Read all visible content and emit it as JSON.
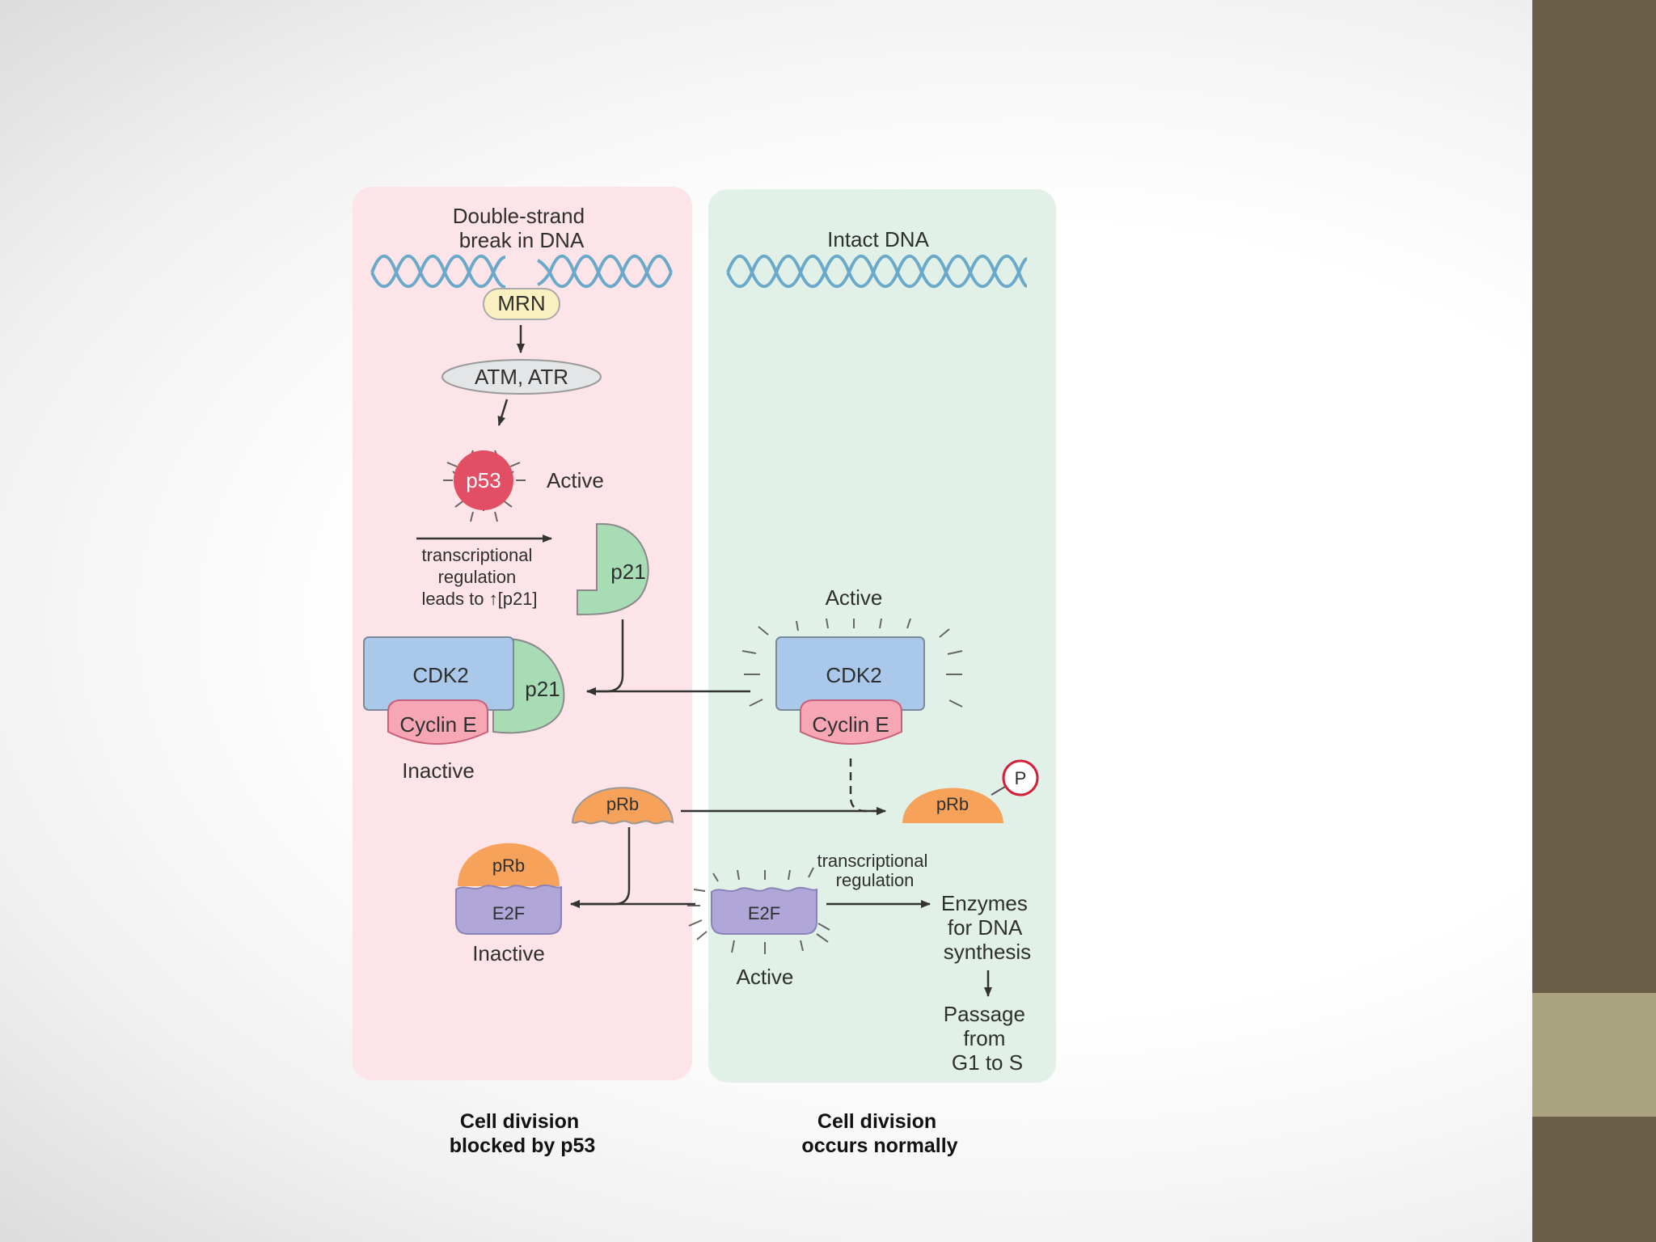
{
  "colors": {
    "slide_bar": "#6a5e48",
    "slide_bar_accent": "#a9a37f",
    "panel_blocked": "#fce4e8",
    "panel_normal": "#e1f1e7",
    "dna_strand": "#6aa9c9",
    "mrn": "#fbf1c0",
    "atm": "#e4e5e7",
    "p53": "#e24e64",
    "p21": "#a7dcb5",
    "cdk2": "#a9c8ea",
    "cyclin": "#f6a6b5",
    "prb": "#f7a25a",
    "e2f": "#b0a7d8",
    "phosphate": "#d2203a"
  },
  "left_panel": {
    "dna_label": [
      "Double-strand",
      "break in DNA"
    ],
    "mrn": "MRN",
    "atm": "ATM, ATR",
    "p53": "p53",
    "p53_state": "Active",
    "regulation": [
      "transcriptional",
      "regulation",
      "leads to ↑[p21]"
    ],
    "p21": "p21",
    "complex_cdk2": "CDK2",
    "complex_cyclin": "Cyclin E",
    "complex_p21": "p21",
    "complex_state": "Inactive",
    "prb": "pRb",
    "bound_prb": "pRb",
    "bound_e2f": "E2F",
    "bound_state": "Inactive",
    "caption": [
      "Cell division",
      "blocked by p53"
    ]
  },
  "right_panel": {
    "dna_label": "Intact DNA",
    "cdk2_state": "Active",
    "cdk2": "CDK2",
    "cyclin": "Cyclin E",
    "prb": "pRb",
    "phosphate": "P",
    "regulation": [
      "transcriptional",
      "regulation"
    ],
    "e2f": "E2F",
    "e2f_state": "Active",
    "enzymes": [
      "Enzymes",
      "for DNA",
      "synthesis"
    ],
    "passage": [
      "Passage",
      "from",
      "G1 to S"
    ],
    "caption": [
      "Cell division",
      "occurs normally"
    ]
  }
}
